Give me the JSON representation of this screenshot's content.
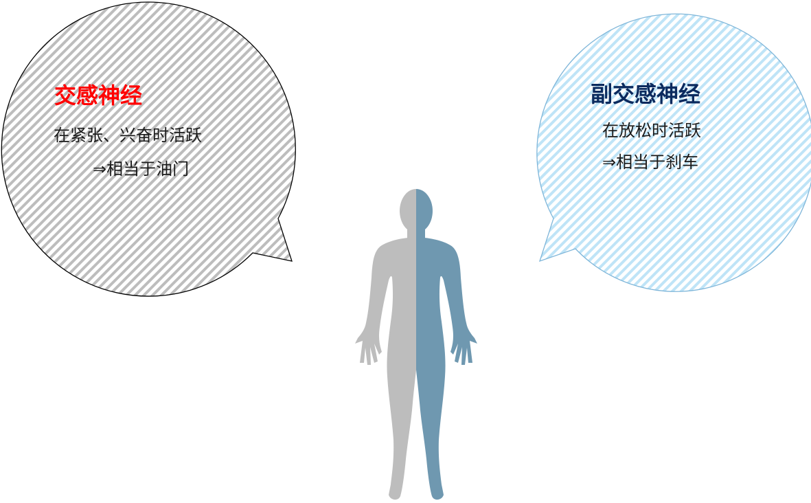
{
  "left_bubble": {
    "title": "交感神经",
    "line1": "在紧张、兴奋时活跃",
    "line2": "⇒相当于油门",
    "title_color": "#ff0000",
    "stripe_color": "#bdbdbd",
    "border_color": "#000000"
  },
  "right_bubble": {
    "title": "副交感神经",
    "line1": "在放松时活跃",
    "line2": "⇒相当于刹车",
    "title_color": "#0b2a5e",
    "stripe_color": "#bfe4f7",
    "border_color": "#7fb6d9"
  },
  "figure": {
    "icon": "human-body-icon",
    "left_half_color": "#bdbdbd",
    "right_half_color": "#6f98b0"
  }
}
